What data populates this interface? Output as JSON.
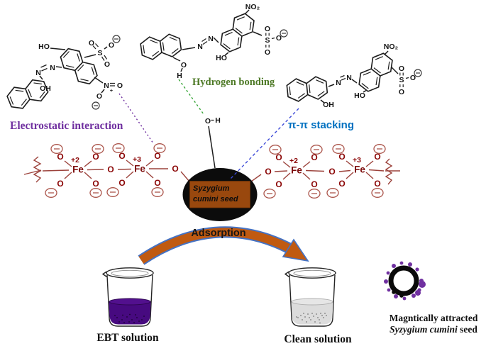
{
  "figure": {
    "interactions": {
      "electrostatic": "Electrostatic interaction",
      "hydrogen_bonding": "Hydrogen bonding",
      "pi_stacking": "π-π stacking"
    },
    "adsorption_label": "Adsorption",
    "seed_label": {
      "line1": "Syzygium",
      "line2": "cumini seed"
    },
    "beakers": {
      "left_label": "EBT solution",
      "right_label": "Clean solution"
    },
    "magnet_caption": {
      "line1": "Magntically attracted",
      "line2_italic": "Syzygium cumini",
      "line2_rest": " seed"
    }
  },
  "atoms": {
    "o": "O",
    "h": "H",
    "n": "N",
    "s": "S",
    "fe": "Fe",
    "ho": "HO",
    "oh": "OH",
    "no2": "NO₂",
    "plus2": "+2",
    "plus3": "+3",
    "minus": "−",
    "plus": "+"
  },
  "colors": {
    "electrostatic_label": "#7030a0",
    "hydrogen_bonding_label": "#4e7a27",
    "pi_stacking_label": "#0070c0",
    "fe_chain": "#8b0606",
    "seed_fill": "#0c0c0c",
    "seed_box": "#99480e",
    "arrow_fill": "#c05a11",
    "arrow_edge": "#4472c4",
    "ebt_liquid": "#470a80",
    "clean_liquid": "#dcdcdc",
    "magnet_dots": "#7030a0"
  }
}
